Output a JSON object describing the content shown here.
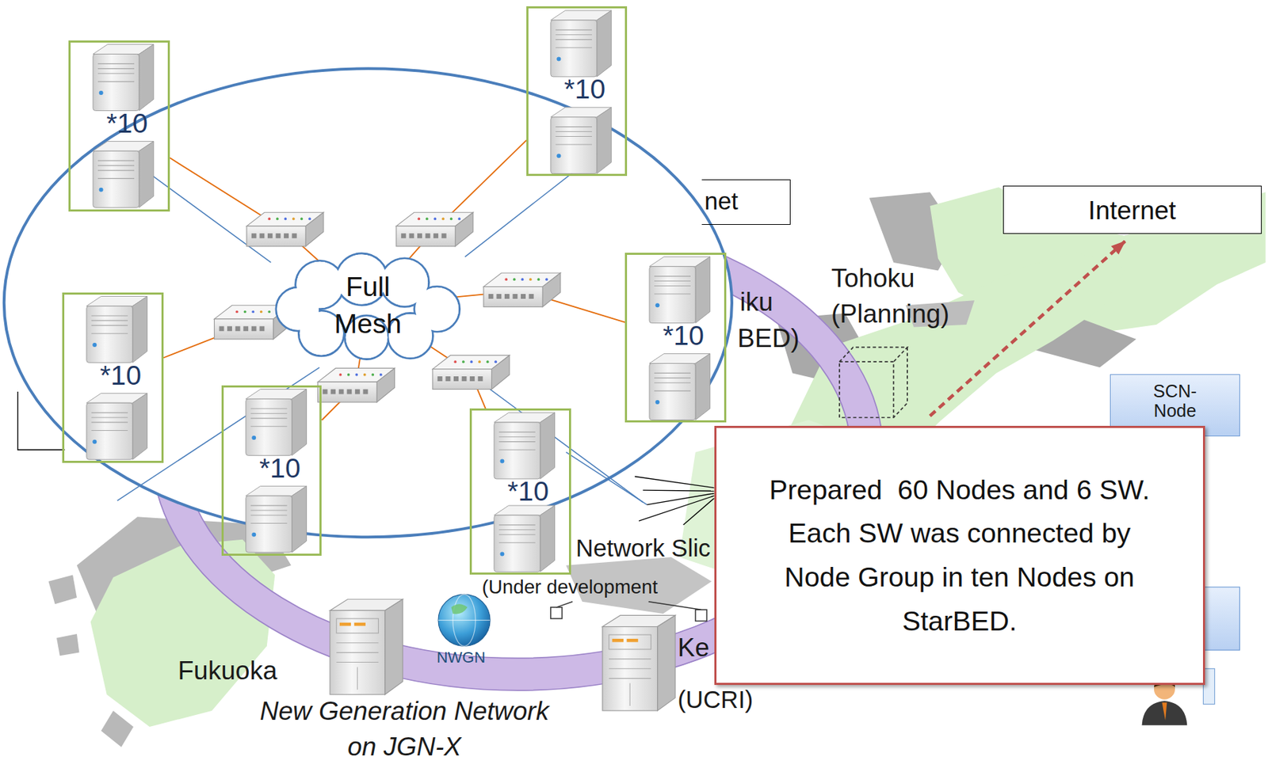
{
  "diagram": {
    "nodes": [
      {
        "text": [
          "*10"
        ]
      },
      {
        "text": [
          "*10"
        ]
      },
      {
        "text": [
          "net"
        ]
      },
      {
        "text": [
          "Internet"
        ]
      },
      {
        "text": [
          "Full Mesh"
        ]
      },
      {
        "text": [
          "*10"
        ]
      },
      {
        "text": [
          "*10"
        ]
      },
      {
        "text": [
          "SCN-Node"
        ]
      },
      {
        "text": [
          "*10"
        ]
      },
      {
        "text": [
          "*10"
        ]
      },
      {
        "text": [
          "Prepared  60 Nodes and 6 SW. Each SW was connected by Node Group in ten Nodes on StarBED."
        ]
      }
    ],
    "edges": [
      {
        "from": 0,
        "to": 4,
        "arrow": "none"
      },
      {
        "from": 1,
        "to": 4,
        "arrow": "none"
      },
      {
        "from": 5,
        "to": 4,
        "arrow": "none"
      },
      {
        "from": 6,
        "to": 4,
        "arrow": "none"
      },
      {
        "from": 8,
        "to": 4,
        "arrow": "none"
      },
      {
        "from": 9,
        "to": 4,
        "arrow": "none"
      }
    ],
    "labels": [
      "Tohoku (Planning)",
      "iku",
      "BED)",
      "Network Slic",
      "(Under development",
      "Ke",
      "NWGN",
      "Fukuoka",
      "(UCRI)",
      "New Generation Network on JGN-X"
    ]
  }
}
